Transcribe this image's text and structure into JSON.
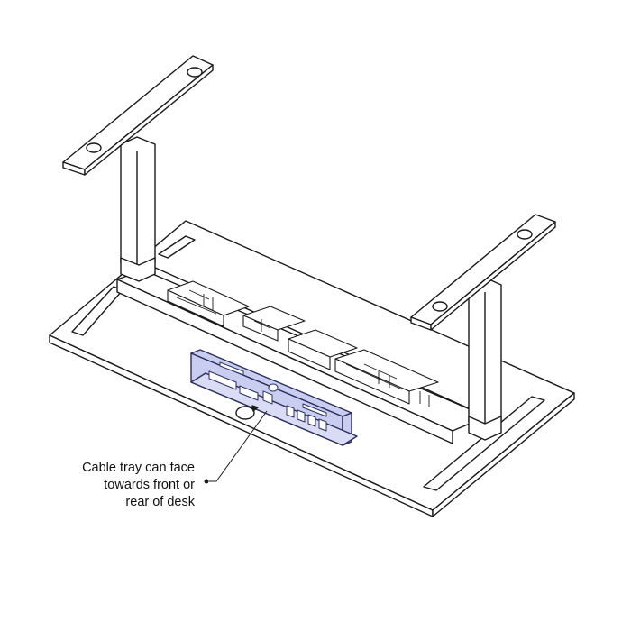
{
  "callout": {
    "lines": [
      "Cable tray can face",
      "towards front or",
      "rear of desk"
    ]
  },
  "colors": {
    "stroke": "#1a1a1a",
    "fill": "#ffffff",
    "highlight": "#c9cdf0",
    "highlight_stroke": "#2b2f5c"
  },
  "icons": [
    "rotate-arrow-icon",
    "outlet-icon"
  ]
}
